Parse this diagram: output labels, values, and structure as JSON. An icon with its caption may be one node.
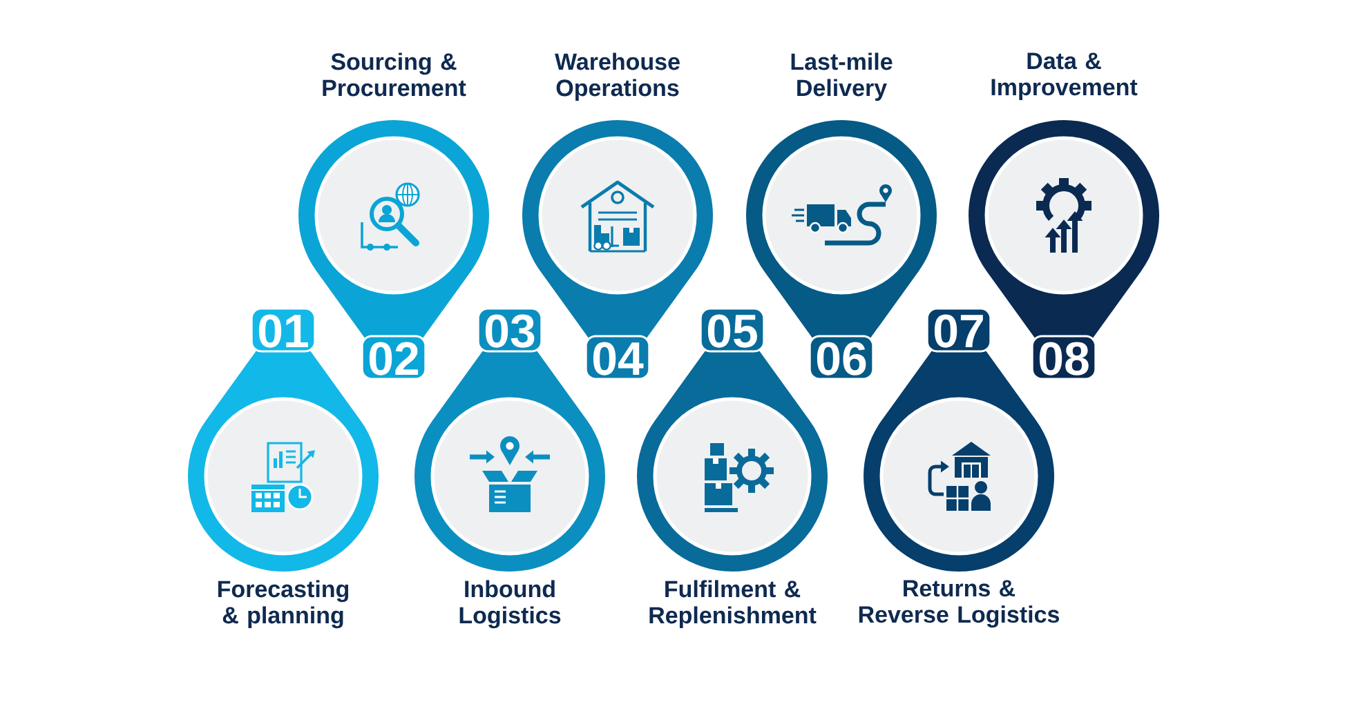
{
  "diagram": {
    "nodes": [
      {
        "text": [
          "01",
          "Forecasting & planning"
        ]
      },
      {
        "text": [
          "Sourcing & Procurement",
          "02"
        ]
      },
      {
        "text": [
          "03",
          "Inbound Logistics"
        ]
      },
      {
        "text": [
          "Warehouse Operations",
          "04"
        ]
      },
      {
        "text": [
          "05",
          "Fulfilment & Replenishment"
        ]
      },
      {
        "text": [
          "Last-mile Delivery",
          "06"
        ]
      },
      {
        "text": [
          "07",
          "Returns & Reverse Logistics"
        ]
      },
      {
        "text": [
          "Data & Improvement",
          "08"
        ]
      }
    ]
  }
}
